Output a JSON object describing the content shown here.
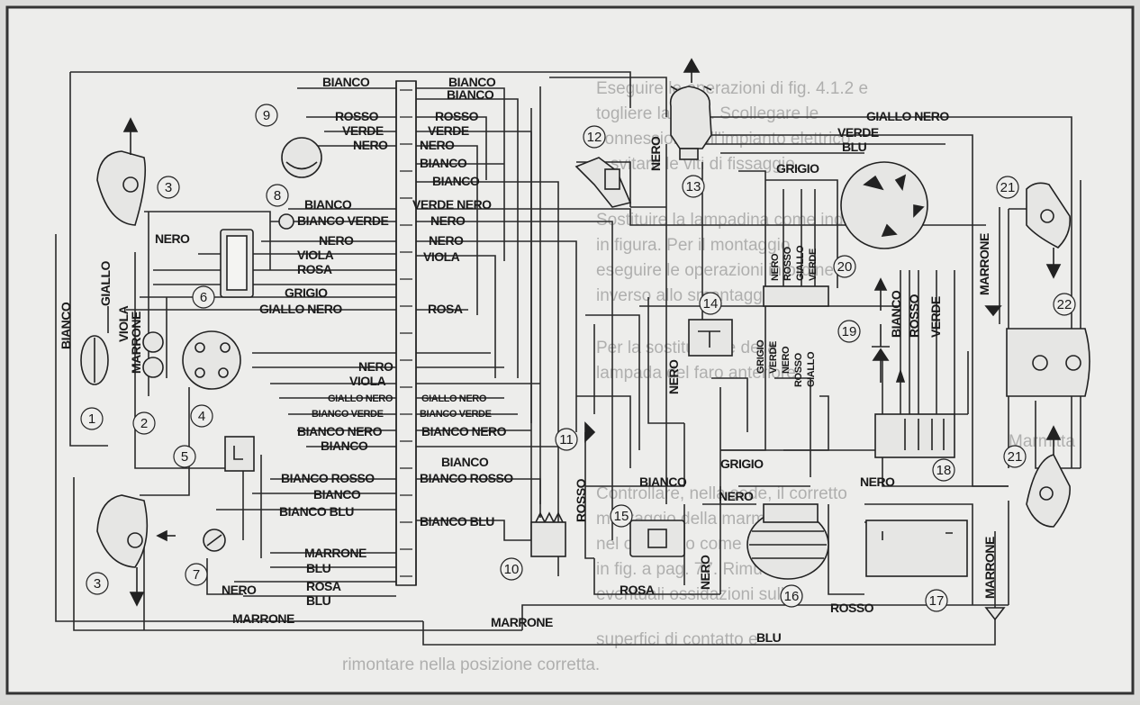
{
  "background_text": [
    "Eseguire le operazioni di fig. 4.1.2 e",
    "togliere la sella. Scollegare le",
    "connessioni dell'impianto elettrico",
    "e svitare le viti di fissaggio.",
    "Sostituire la lampadina come indicato",
    "in figura. Per il montaggio",
    "eseguire le operazioni in ordine",
    "inverso allo smontaggio.",
    "Per la sostituzione della",
    "lampada del faro anteriore",
    "Marmitta",
    "Controllare, nella sede, il corretto",
    "montaggio della marmitta",
    "nel comparto come indicato",
    "in fig. a pag. 77. Rimuovere",
    "eventuali ossidazioni sulle",
    "superfici di contatto e",
    "rimontare nella posizione corretta."
  ],
  "components": [
    {
      "id": "1",
      "label": "1"
    },
    {
      "id": "2",
      "label": "2"
    },
    {
      "id": "3a",
      "label": "3"
    },
    {
      "id": "3b",
      "label": "3"
    },
    {
      "id": "4",
      "label": "4"
    },
    {
      "id": "5",
      "label": "5"
    },
    {
      "id": "6",
      "label": "6"
    },
    {
      "id": "7",
      "label": "7"
    },
    {
      "id": "8",
      "label": "8"
    },
    {
      "id": "9",
      "label": "9"
    },
    {
      "id": "10",
      "label": "10"
    },
    {
      "id": "11",
      "label": "11"
    },
    {
      "id": "12",
      "label": "12"
    },
    {
      "id": "13",
      "label": "13"
    },
    {
      "id": "14",
      "label": "14"
    },
    {
      "id": "15",
      "label": "15"
    },
    {
      "id": "16",
      "label": "16"
    },
    {
      "id": "17",
      "label": "17"
    },
    {
      "id": "18",
      "label": "18"
    },
    {
      "id": "19",
      "label": "19"
    },
    {
      "id": "20",
      "label": "20"
    },
    {
      "id": "21a",
      "label": "21"
    },
    {
      "id": "21b",
      "label": "21"
    },
    {
      "id": "22",
      "label": "22"
    }
  ],
  "wire_labels": [
    {
      "id": "bianco-top-l",
      "text": "BIANCO"
    },
    {
      "id": "bianco-top-r1",
      "text": "BIANCO"
    },
    {
      "id": "bianco-top-r2",
      "text": "BIANCO"
    },
    {
      "id": "rosso-l",
      "text": "ROSSO"
    },
    {
      "id": "rosso-r",
      "text": "ROSSO"
    },
    {
      "id": "verde-l",
      "text": "VERDE"
    },
    {
      "id": "verde-r",
      "text": "VERDE"
    },
    {
      "id": "nero-l1",
      "text": "NERO"
    },
    {
      "id": "nero-r1",
      "text": "NERO"
    },
    {
      "id": "bianco-r3",
      "text": "BIANCO"
    },
    {
      "id": "bianco-r4",
      "text": "BIANCO"
    },
    {
      "id": "bianco-l8",
      "text": "BIANCO"
    },
    {
      "id": "bianco-verde-l",
      "text": "BIANCO VERDE"
    },
    {
      "id": "verde-nero-r",
      "text": "VERDE NERO"
    },
    {
      "id": "nero-r2",
      "text": "NERO"
    },
    {
      "id": "nero-l2",
      "text": "NERO"
    },
    {
      "id": "nero-r3",
      "text": "NERO"
    },
    {
      "id": "viola-l",
      "text": "VIOLA"
    },
    {
      "id": "viola-r",
      "text": "VIOLA"
    },
    {
      "id": "rosa-l",
      "text": "ROSA"
    },
    {
      "id": "grigio-l",
      "text": "GRIGIO"
    },
    {
      "id": "giallo-nero-l",
      "text": "GIALLO NERO"
    },
    {
      "id": "rosa-r",
      "text": "ROSA"
    },
    {
      "id": "nero-left",
      "text": "NERO"
    },
    {
      "id": "giallo-v",
      "text": "GIALLO"
    },
    {
      "id": "bianco-v",
      "text": "BIANCO"
    },
    {
      "id": "viola-v",
      "text": "VIOLA"
    },
    {
      "id": "marrone-v",
      "text": "MARRONE"
    },
    {
      "id": "nero-l4",
      "text": "NERO"
    },
    {
      "id": "viola-l4",
      "text": "VIOLA"
    },
    {
      "id": "giallo-nero-l2",
      "text": "GIALLO NERO"
    },
    {
      "id": "giallo-nero-r2",
      "text": "GIALLO NERO"
    },
    {
      "id": "bianco-verde-l2",
      "text": "BIANCO VERDE"
    },
    {
      "id": "bianco-verde-r2",
      "text": "BIANCO VERDE"
    },
    {
      "id": "bianco-nero-l",
      "text": "BIANCO NERO"
    },
    {
      "id": "bianco-nero-r",
      "text": "BIANCO NERO"
    },
    {
      "id": "bianco-l5",
      "text": "BIANCO"
    },
    {
      "id": "bianco-r5",
      "text": "BIANCO"
    },
    {
      "id": "bianco-rosso-l",
      "text": "BIANCO ROSSO"
    },
    {
      "id": "bianco-rosso-r",
      "text": "BIANCO ROSSO"
    },
    {
      "id": "bianco-l6",
      "text": "BIANCO"
    },
    {
      "id": "bianco-blu-l",
      "text": "BIANCO BLU"
    },
    {
      "id": "bianco-blu-r",
      "text": "BIANCO BLU"
    },
    {
      "id": "marrone-l",
      "text": "MARRONE"
    },
    {
      "id": "blu-l",
      "text": "BLU"
    },
    {
      "id": "nero-l5",
      "text": "NERO"
    },
    {
      "id": "rosa-l2",
      "text": "ROSA"
    },
    {
      "id": "blu-l2",
      "text": "BLU"
    },
    {
      "id": "marrone-bottom-l",
      "text": "MARRONE"
    },
    {
      "id": "marrone-bottom-m",
      "text": "MARRONE"
    },
    {
      "id": "blu-bottom",
      "text": "BLU"
    },
    {
      "id": "giallo-nero-tr",
      "text": "GIALLO NERO"
    },
    {
      "id": "verde-tr",
      "text": "VERDE"
    },
    {
      "id": "blu-tr",
      "text": "BLU"
    },
    {
      "id": "grigio-tr",
      "text": "GRIGIO"
    },
    {
      "id": "nero-v13",
      "text": "NERO"
    },
    {
      "id": "nero-v14",
      "text": "NERO"
    },
    {
      "id": "rosso-v11",
      "text": "ROSSO"
    },
    {
      "id": "bianco-m",
      "text": "BIANCO"
    },
    {
      "id": "grigio-m",
      "text": "GRIGIO"
    },
    {
      "id": "nero-m",
      "text": "NERO"
    },
    {
      "id": "nero-m2",
      "text": "NERO"
    },
    {
      "id": "nero-v16",
      "text": "NERO"
    },
    {
      "id": "rosa-m",
      "text": "ROSA"
    },
    {
      "id": "rosso-m",
      "text": "ROSSO"
    },
    {
      "id": "marrone-r1",
      "text": "MARRONE"
    },
    {
      "id": "marrone-r2",
      "text": "MARRONE"
    },
    {
      "id": "bianco-v19",
      "text": "BIANCO"
    },
    {
      "id": "rosso-v19",
      "text": "ROSSO"
    },
    {
      "id": "verde-v19",
      "text": "VERDE"
    },
    {
      "id": "nero-c1",
      "text": "NERO"
    },
    {
      "id": "rosso-c1",
      "text": "ROSSO"
    },
    {
      "id": "giallo-c1",
      "text": "GIALLO"
    },
    {
      "id": "verde-c1",
      "text": "VERDE"
    },
    {
      "id": "grigio-c2",
      "text": "GRIGIO"
    },
    {
      "id": "verde-c2",
      "text": "VERDE"
    },
    {
      "id": "nero-c2",
      "text": "NERO"
    },
    {
      "id": "rosso-c2",
      "text": "ROSSO"
    },
    {
      "id": "giallo-c2",
      "text": "GIALLO"
    }
  ]
}
